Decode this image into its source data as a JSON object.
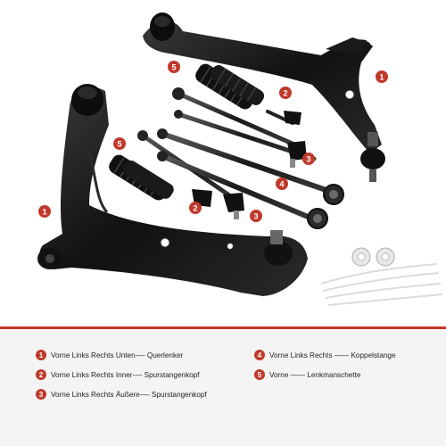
{
  "badges": {
    "b1a": "1",
    "b1b": "1",
    "b2a": "2",
    "b2b": "2",
    "b3a": "3",
    "b3b": "3",
    "b4": "4",
    "b5a": "5",
    "b5b": "5"
  },
  "legend": [
    {
      "num": "1",
      "text": "Vorne Links Rechts Unten-— Querlenker"
    },
    {
      "num": "2",
      "text": "Vorne Links Rechts Inner-— Spurstangenkopf"
    },
    {
      "num": "3",
      "text": "Vorne Links Rechts Äußere-— Spurstangenkopf"
    },
    {
      "num": "4",
      "text": "Vorne Links Rechts —— Koppelstange"
    },
    {
      "num": "5",
      "text": "Vorne —— Lenkmanschette"
    }
  ],
  "colors": {
    "accent": "#c0392b",
    "parts": "#111111"
  }
}
